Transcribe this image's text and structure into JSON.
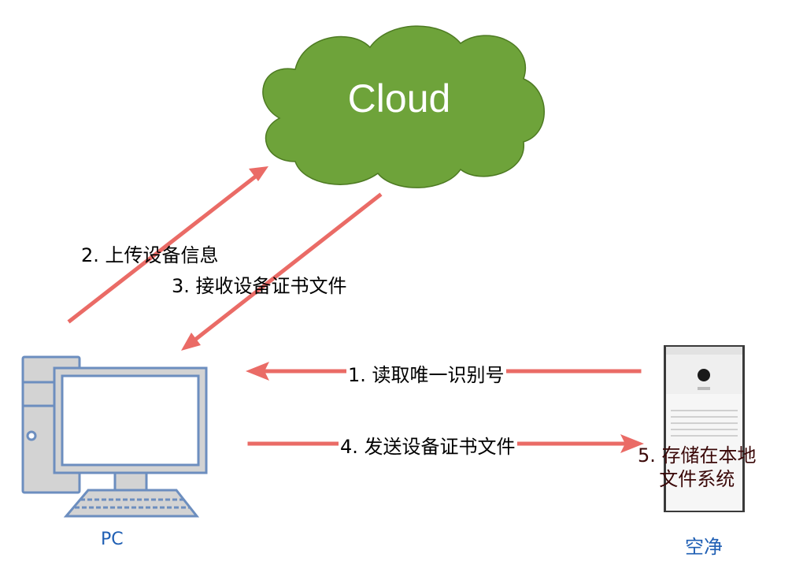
{
  "cloud": {
    "label": "Cloud",
    "fill": "#6ea33a",
    "stroke": "#4d7a22"
  },
  "pc": {
    "label": "PC",
    "color": "#1f5fb4"
  },
  "purifier": {
    "label": "空净"
  },
  "steps": {
    "step1": "1. 读取唯一识别号",
    "step2": "2. 上传设备信息",
    "step3": "3. 接收设备证书文件",
    "step4": "4. 发送设备证书文件",
    "step5_line1": "5. 存储在本地",
    "step5_line2": "文件系统"
  },
  "arrow_color": "#ea6b66"
}
